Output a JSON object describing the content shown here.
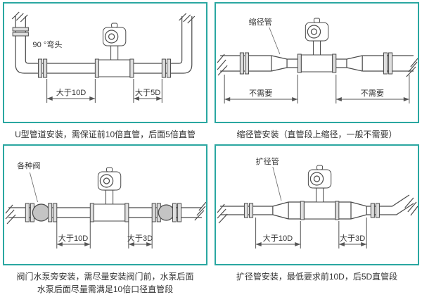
{
  "colors": {
    "accent": "#2aa7a1",
    "line": "#4a4a4a",
    "text": "#333333"
  },
  "panels": [
    {
      "id": "u-pipe",
      "callout": "90 °弯头",
      "dims": [
        "大于10D",
        "大于5D"
      ],
      "caption1": "U型管道安装，需保证前10倍直管，后面5倍直管",
      "caption2": ""
    },
    {
      "id": "reducer",
      "callout": "缩径管",
      "dims": [
        "不需要",
        "不需要"
      ],
      "caption1": "缩径管安装（直管段上缩径，一般不需要）",
      "caption2": ""
    },
    {
      "id": "valve-pump",
      "callout": "各种阀",
      "dims": [
        "大于10D",
        "大于3D"
      ],
      "caption1": "阀门水泵旁安装，需尽量安装阀门前，水泵后面",
      "caption2": "水泵后面尽量需满足10倍口径直管段"
    },
    {
      "id": "expander",
      "callout": "扩径管",
      "dims": [
        "大于10D",
        "大于3D"
      ],
      "caption1": "扩径管安装，最低要求前10D，后5D直管段",
      "caption2": ""
    }
  ]
}
